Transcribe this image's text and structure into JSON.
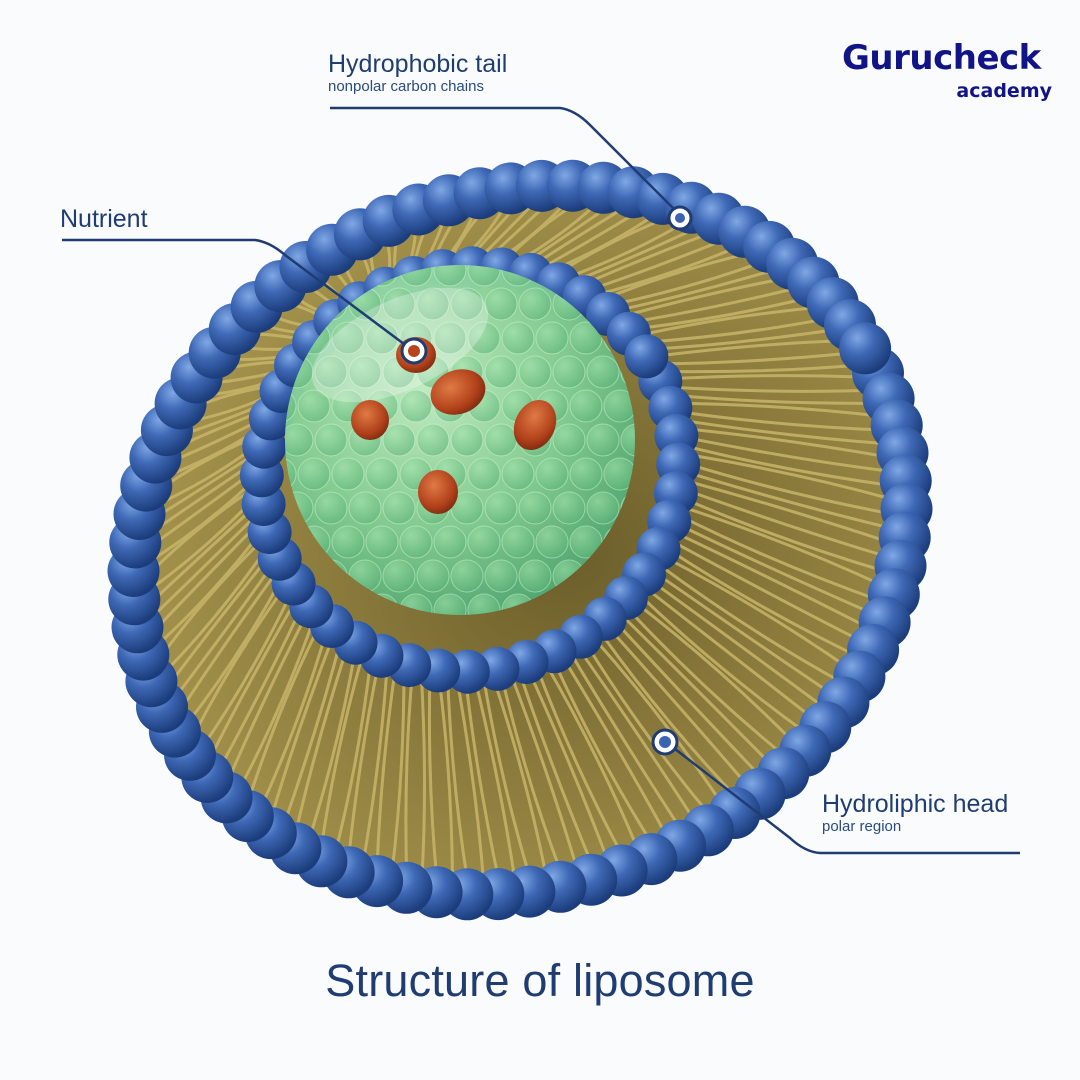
{
  "logo": {
    "name": "Gurucheck",
    "tagline": "academy"
  },
  "labels": {
    "tail": {
      "title": "Hydrophobic tail",
      "subtitle": "nonpolar carbon chains"
    },
    "nutrient": {
      "title": "Nutrient"
    },
    "head": {
      "title": "Hydroliphic head",
      "subtitle": "polar region"
    }
  },
  "caption": "Structure of liposome",
  "icons": [
    "logo-g-mark",
    "tail-pointer-icon",
    "nutrient-pointer-icon",
    "head-pointer-icon"
  ],
  "colors": {
    "head_blue": "#3a64b0",
    "tail_olive": "#8a7a3a",
    "core_green": "#8fd49a",
    "nutrient_red": "#b8441d",
    "text_navy": "#1f3d72",
    "logo_navy": "#101486"
  }
}
